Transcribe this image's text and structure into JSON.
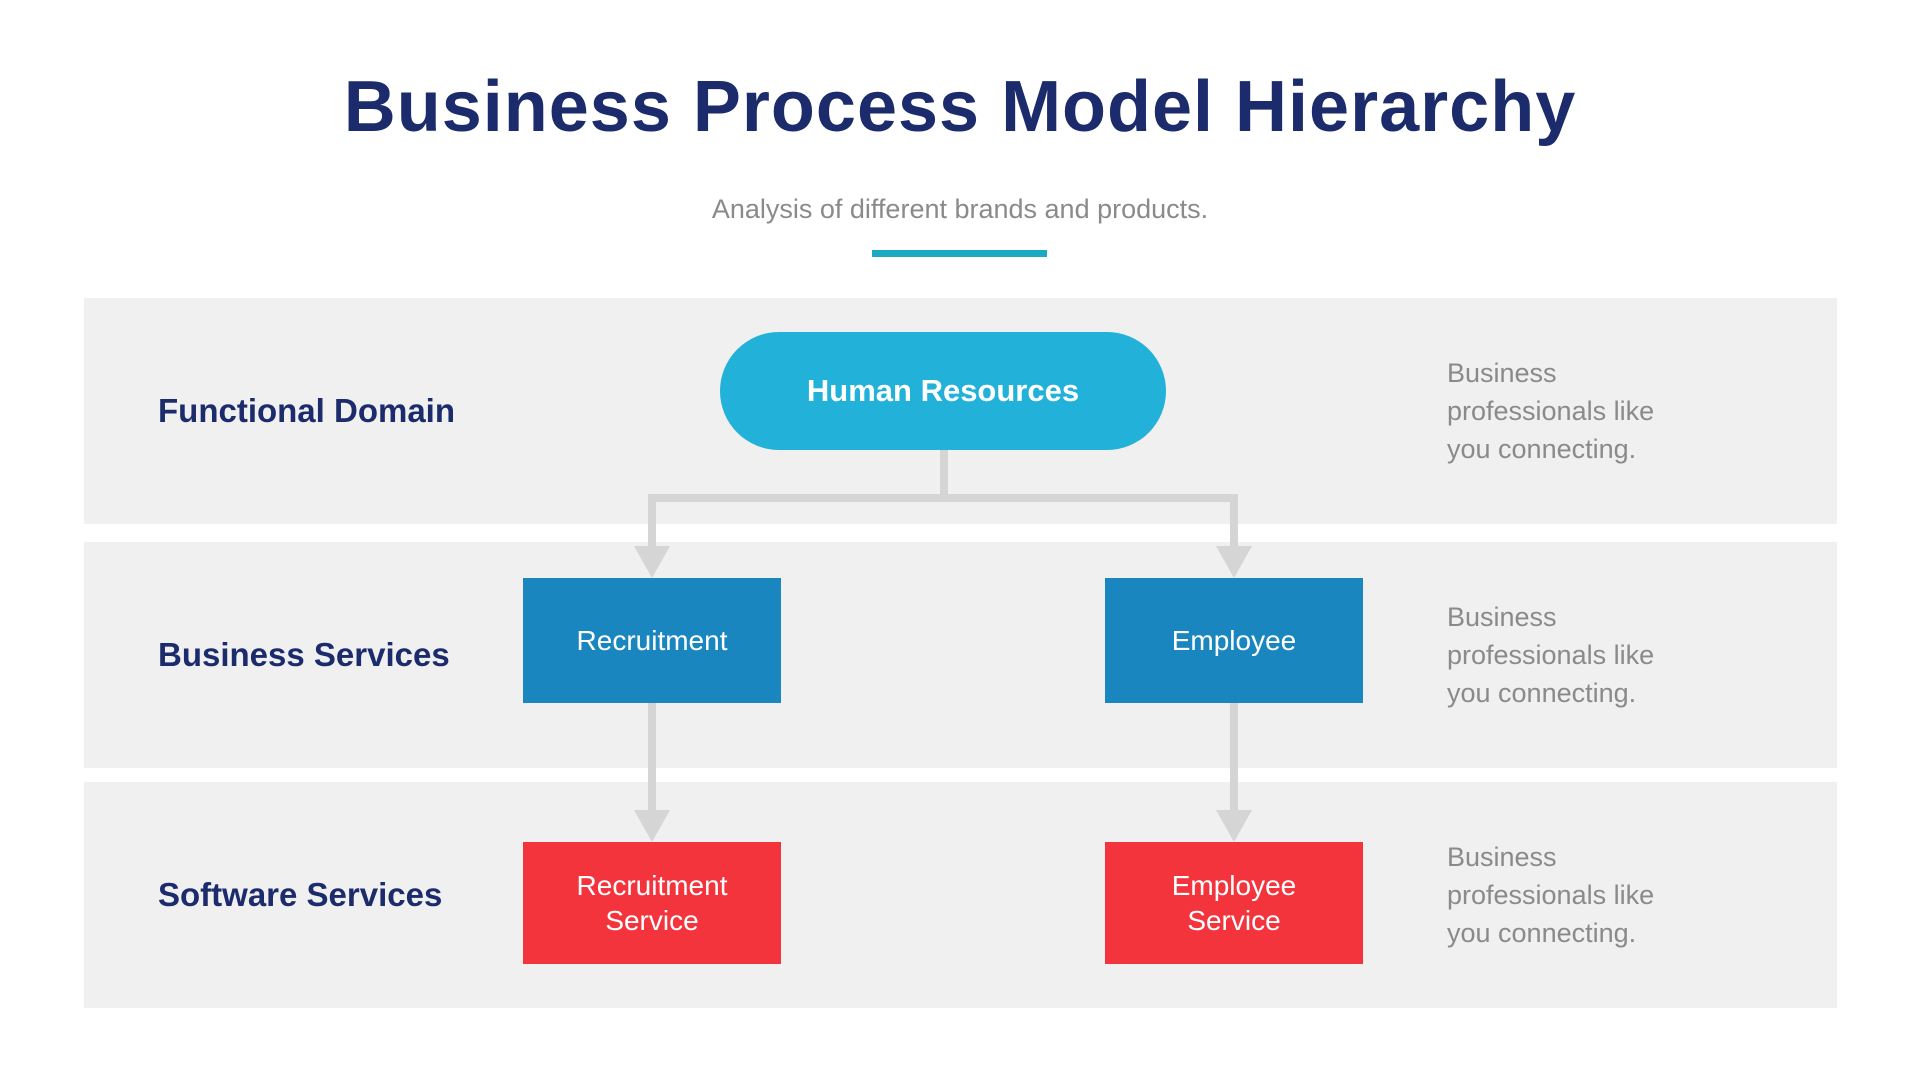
{
  "header": {
    "title": "Business Process Model Hierarchy",
    "subtitle": "Analysis of different brands and products."
  },
  "rows": [
    {
      "label": "Functional Domain",
      "description": "Business\nprofessionals like\nyou connecting."
    },
    {
      "label": "Business Services",
      "description": "Business\nprofessionals like\nyou connecting."
    },
    {
      "label": "Software Services",
      "description": "Business\nprofessionals like\nyou connecting."
    }
  ],
  "tree": {
    "root": {
      "label": "Human Resources"
    },
    "level2": [
      {
        "label": "Recruitment"
      },
      {
        "label": "Employee"
      }
    ],
    "level3": [
      {
        "label": "Recruitment Service"
      },
      {
        "label": "Employee Service"
      }
    ]
  },
  "colors": {
    "title_navy": "#1b2b6b",
    "accent_teal": "#1ba9c4",
    "root_cyan": "#22b1d8",
    "service_blue": "#1a86bf",
    "software_red": "#f4343c",
    "band_gray": "#f0f0f0",
    "connector_gray": "#d5d5d5",
    "muted_text_gray": "#8a8a8a"
  }
}
